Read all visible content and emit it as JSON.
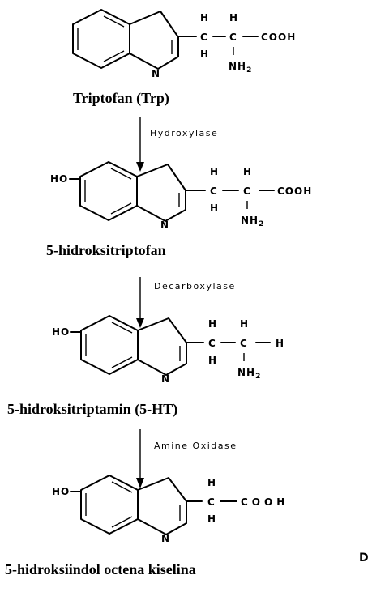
{
  "compounds": [
    {
      "name": "Triptofan (Trp)",
      "substituent": "",
      "side_chain": {
        "h_top": [
          "H",
          "H"
        ],
        "h_bottom": [
          "H"
        ],
        "nh": "NH",
        "nh_sub": "2",
        "terminal": "COOH"
      }
    },
    {
      "name": "5-hidroksitriptofan",
      "substituent": "HO",
      "side_chain": {
        "h_top": [
          "H",
          "H"
        ],
        "h_bottom": [
          "H"
        ],
        "nh": "NH",
        "nh_sub": "2",
        "terminal": "COOH"
      }
    },
    {
      "name": "5-hidroksitriptamin (5-HT)",
      "substituent": "HO",
      "side_chain": {
        "h_top": [
          "H",
          "H"
        ],
        "h_bottom": [
          "H"
        ],
        "nh": "NH",
        "nh_sub": "2",
        "terminal": "H"
      }
    },
    {
      "name": "5-hidroksiindol octena kiselina",
      "substituent": "HO",
      "side_chain": {
        "h_top": [
          "H"
        ],
        "h_bottom": [
          "H"
        ],
        "terminal": "COOH"
      }
    }
  ],
  "ring_atom": "N",
  "carbon": "C",
  "enzymes": [
    "Hydroxylase",
    "Decarboxylase",
    "Amine Oxidase"
  ],
  "corner_label": "D"
}
